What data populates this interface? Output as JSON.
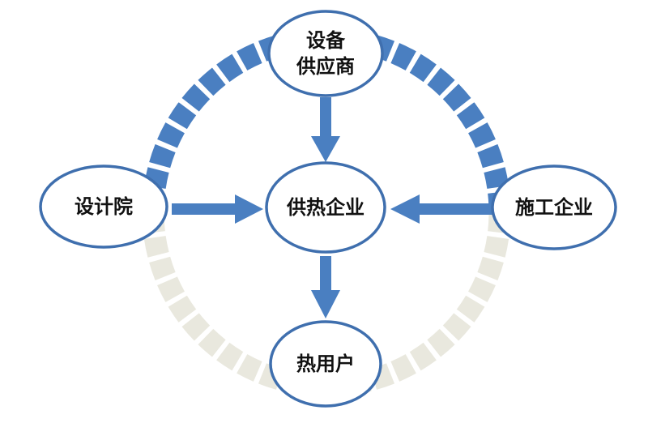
{
  "nodes": {
    "supplier": {
      "lines": [
        "设备",
        "供应商"
      ]
    },
    "designer": {
      "lines": [
        "设计院"
      ]
    },
    "heating": {
      "lines": [
        "供热企业"
      ]
    },
    "construction": {
      "lines": [
        "施工企业"
      ]
    },
    "users": {
      "lines": [
        "热用户"
      ]
    }
  },
  "colors": {
    "ring_active": "#4a7fc1",
    "ring_inactive": "#e9e8de",
    "arrow": "#4a7fc1",
    "node_border": "#3f6fae"
  },
  "ring": {
    "segments_upper_arc": "active",
    "segments_lower_arc": "inactive"
  }
}
